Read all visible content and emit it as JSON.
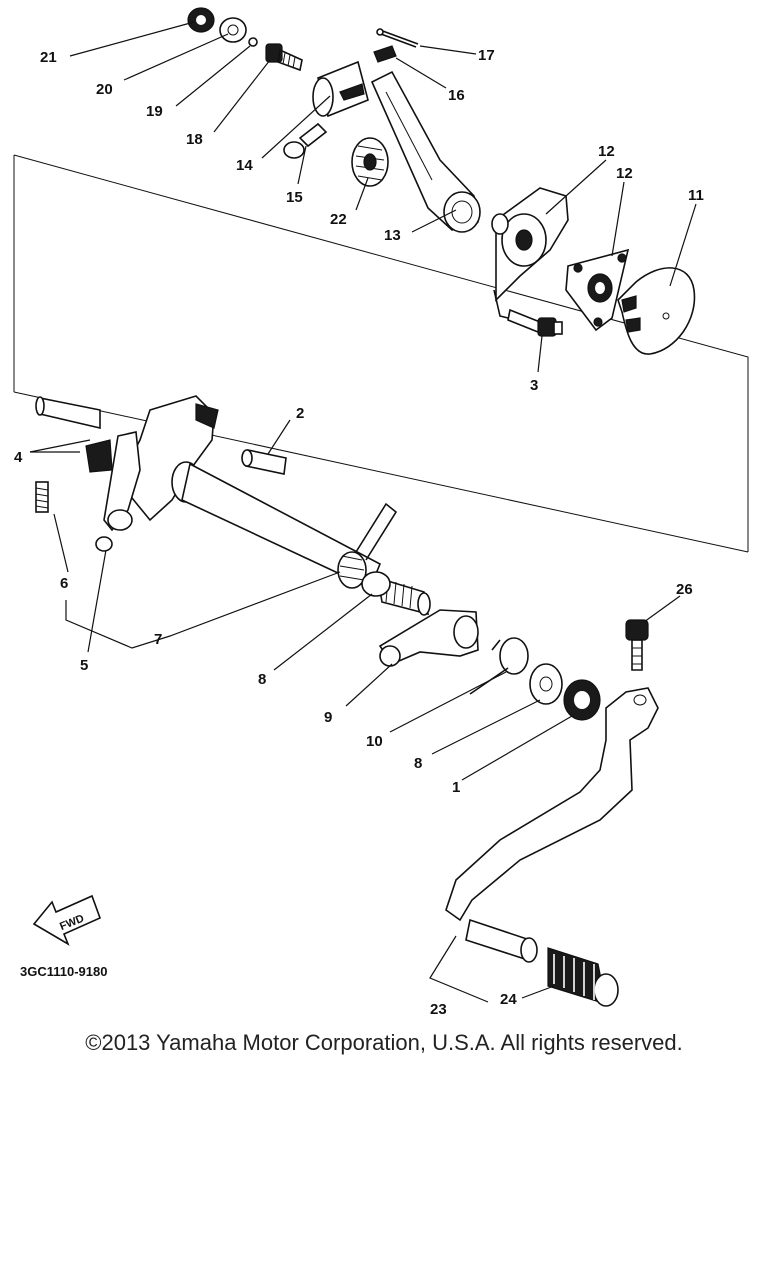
{
  "diagram": {
    "part_labels": [
      "1",
      "2",
      "3",
      "4",
      "5",
      "6",
      "7",
      "8",
      "8",
      "9",
      "10",
      "11",
      "12",
      "13",
      "14",
      "15",
      "16",
      "17",
      "18",
      "19",
      "20",
      "21",
      "22",
      "23",
      "24",
      "25",
      "26"
    ],
    "fwd_label": "FWD",
    "drawing_code": "3GC1110-9180"
  },
  "footer": {
    "copyright": "©2013 Yamaha Motor Corporation, U.S.A. All rights reserved."
  }
}
